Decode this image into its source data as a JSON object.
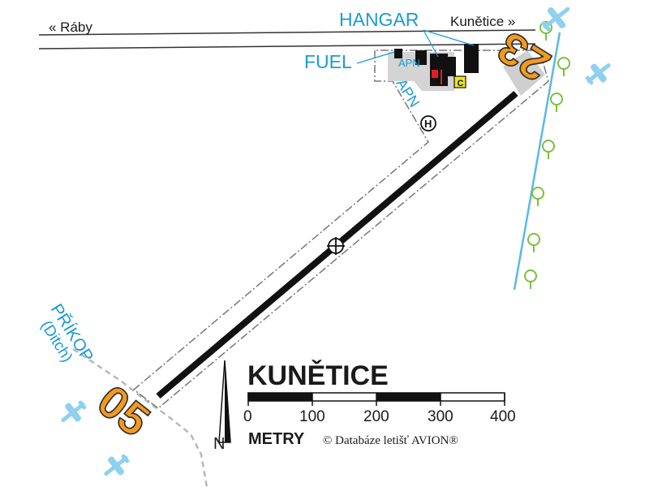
{
  "labels": {
    "road_west": "« Ráby",
    "road_east": "Kunětice »",
    "hangar": "HANGAR",
    "fuel": "FUEL",
    "apn_small": "APN",
    "apn_taxi": "APN",
    "ditch_cz": "PŘÍKOP",
    "ditch_en": "(Ditch)",
    "heli": "H",
    "tower_mark": "C"
  },
  "runway": {
    "end_sw": "05",
    "end_ne": "23"
  },
  "legend": {
    "title": "KUNĚTICE",
    "units": "METRY",
    "copyright": "© Databáze letišť AVION®",
    "north": "N",
    "scale_ticks": [
      "0",
      "100",
      "200",
      "300",
      "400"
    ]
  },
  "colors": {
    "water": "#5bb8e8",
    "label_blue": "#1b9ad6",
    "runway": "#111111",
    "runway_number": "#f29a1e",
    "tree": "#7cbf3c",
    "aircraft": "#8fd0ef",
    "fuel_marker": "#e02020",
    "tower_marker": "#f0e61e"
  },
  "icons": [
    "aircraft-icon",
    "tree-icon",
    "helipad-icon",
    "arp-crosshair-icon",
    "north-arrow-icon",
    "fuel-pump-icon"
  ]
}
